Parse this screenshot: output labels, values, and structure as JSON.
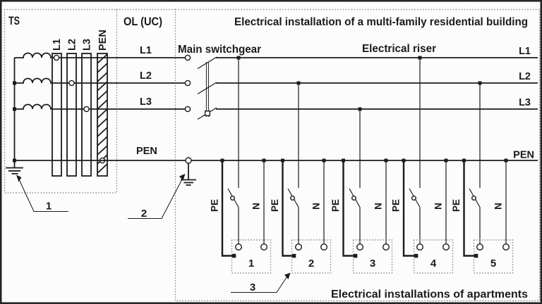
{
  "labels": {
    "ts": "TS",
    "ol": "OL (UC)",
    "title": "Electrical installation of a multi-family residential building",
    "main_switchgear": "Main switchgear",
    "electrical_riser": "Electrical riser",
    "apartments_caption": "Electrical installations of apartments"
  },
  "busbars": [
    "L1",
    "L2",
    "L3",
    "PEN"
  ],
  "riser_labels_left": [
    "L1",
    "L2",
    "L3",
    "PEN"
  ],
  "riser_labels_right": [
    "L1",
    "L2",
    "L3",
    "PEN"
  ],
  "apartments": {
    "numbers": [
      "1",
      "2",
      "3",
      "4",
      "5"
    ],
    "pe_label": "PE",
    "n_label": "N"
  },
  "callouts": [
    "1",
    "2",
    "3"
  ],
  "colors": {
    "ink": "#1b1b1b",
    "dotted_border": "#8d8d8d",
    "background": "#fcfcfc"
  }
}
